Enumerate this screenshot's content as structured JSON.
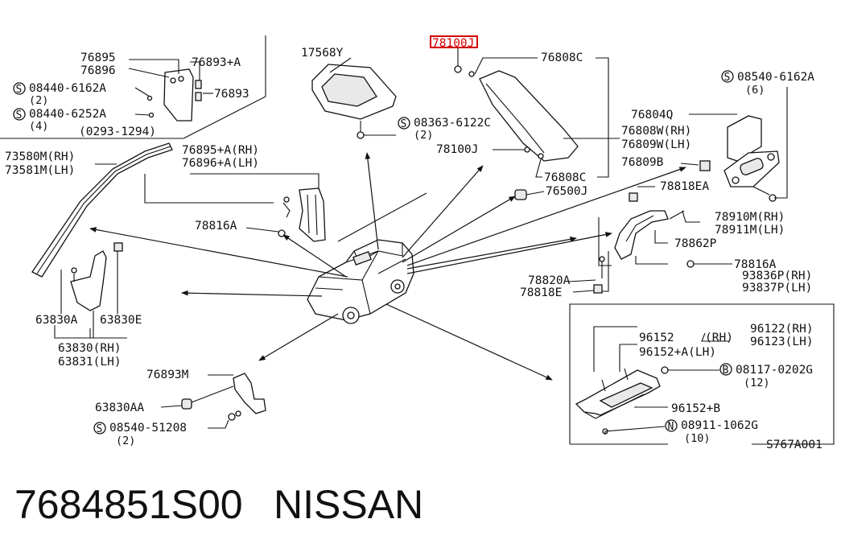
{
  "highlight_color": "#d40000",
  "labels": {
    "l76895": "76895",
    "l76896": "76896",
    "l76893a": "76893+A",
    "l76893": "76893",
    "s08440_6162a": "08440-6162A",
    "q2a": "(2)",
    "s08440_6252a": "08440-6252A",
    "q4": "(4)",
    "range0293": "(0293-1294)",
    "l17568y": "17568Y",
    "l78100j_top": "78100J",
    "l76808c_top": "76808C",
    "s08363": "08363-6122C",
    "q2b": "(2)",
    "l73580m": "73580M(RH)",
    "l73581m": "73581M(LH)",
    "l76895a": "76895+A(RH)",
    "l76896a": "76896+A(LH)",
    "l78100j": "78100J",
    "l76808c_bot": "76808C",
    "l76500j": "76500J",
    "s08540_6162a": "08540-6162A",
    "q6": "(6)",
    "l76804q": "76804Q",
    "l76808w": "76808W(RH)",
    "l76809w": "76809W(LH)",
    "l76809b": "76809B",
    "l78818ea": "78818EA",
    "l78816a_left": "78816A",
    "l78910m": "78910M(RH)",
    "l78911m": "78911M(LH)",
    "l78862p": "78862P",
    "l78816a_right": "78816A",
    "l93836p": "93836P(RH)",
    "l93837p": "93837P(LH)",
    "l78820a": "78820A",
    "l78818e": "78818E",
    "l63830a": "63830A",
    "l63830e": "63830E",
    "l63830rh": "63830(RH)",
    "l63831lh": "63831(LH)",
    "l96152": "96152",
    "rh": "(RH)",
    "l96122": "96122(RH)",
    "l96123": "96123(LH)",
    "l96152a": "96152+A(LH)",
    "b08117": "08117-0202G",
    "q12": "(12)",
    "l96152b": "96152+B",
    "n08911": "08911-1062G",
    "q10": "(10)",
    "l76893m": "76893M",
    "l63830aa": "63830AA",
    "s08540_51208": "08540-51208",
    "q2c": "(2)",
    "s767a001": "S767A001",
    "circ_s": "S",
    "circ_b": "B",
    "circ_n": "N"
  },
  "footer": {
    "part_number": "7684851S00",
    "brand": "NISSAN"
  }
}
